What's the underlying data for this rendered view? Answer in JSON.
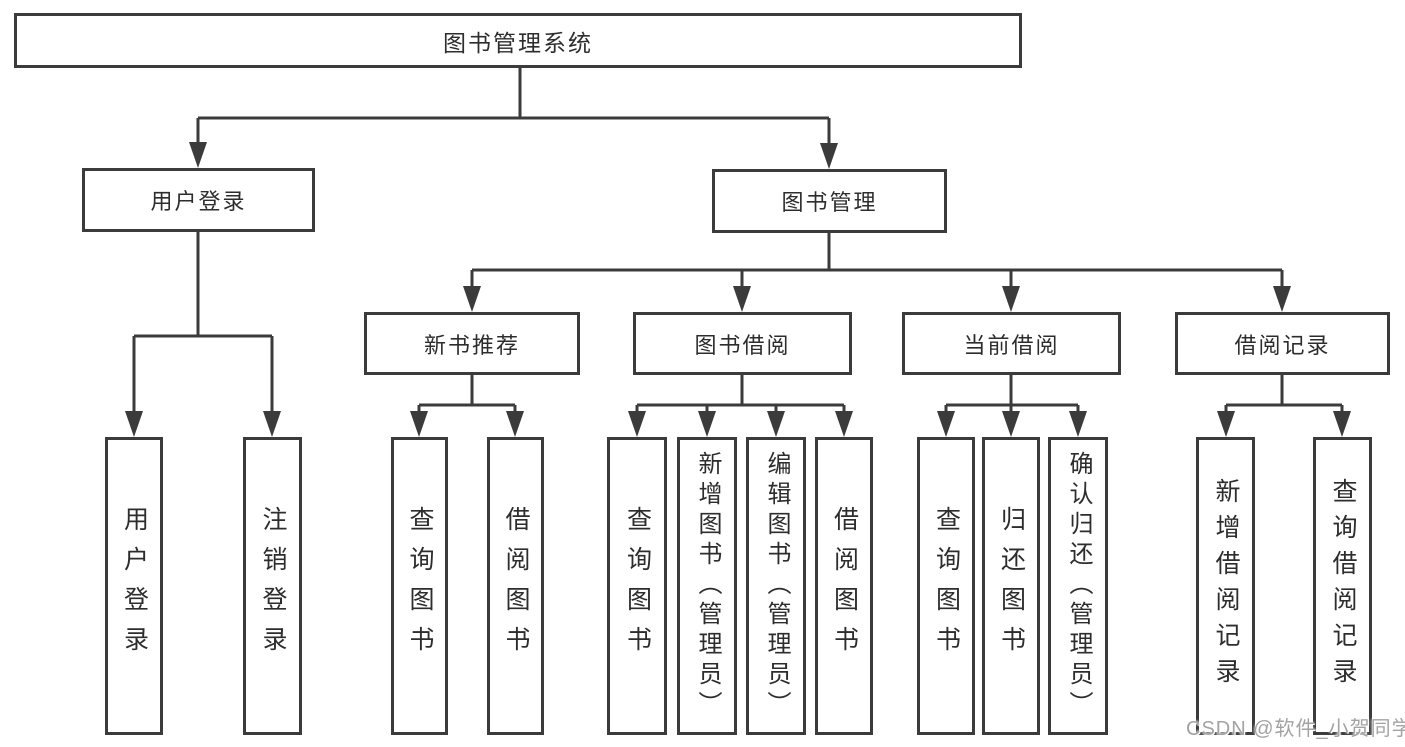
{
  "diagram_type": "hierarchy-tree",
  "colors": {
    "line": "#3b3b3b",
    "box_border": "#3b3b3b",
    "box_fill": "#ffffff",
    "text": "#2d2d2d",
    "background": "#ffffff",
    "watermark": "#a3a3a3"
  },
  "tree": {
    "label": "图书管理系统",
    "children": [
      {
        "label": "用户登录",
        "children": [
          {
            "label": "用户登录"
          },
          {
            "label": "注销登录"
          }
        ]
      },
      {
        "label": "图书管理",
        "children": [
          {
            "label": "新书推荐",
            "children": [
              {
                "label": "查询图书"
              },
              {
                "label": "借阅图书"
              }
            ]
          },
          {
            "label": "图书借阅",
            "children": [
              {
                "label": "查询图书"
              },
              {
                "label": "新增图书（管理员）"
              },
              {
                "label": "编辑图书（管理员）"
              },
              {
                "label": "借阅图书"
              }
            ]
          },
          {
            "label": "当前借阅",
            "children": [
              {
                "label": "查询图书"
              },
              {
                "label": "归还图书"
              },
              {
                "label": "确认归还（管理员）"
              }
            ]
          },
          {
            "label": "借阅记录",
            "children": [
              {
                "label": "新增借阅记录"
              },
              {
                "label": "查询借阅记录"
              }
            ]
          }
        ]
      }
    ]
  },
  "watermark": {
    "text": "CSDN @软件_小贺同学"
  }
}
